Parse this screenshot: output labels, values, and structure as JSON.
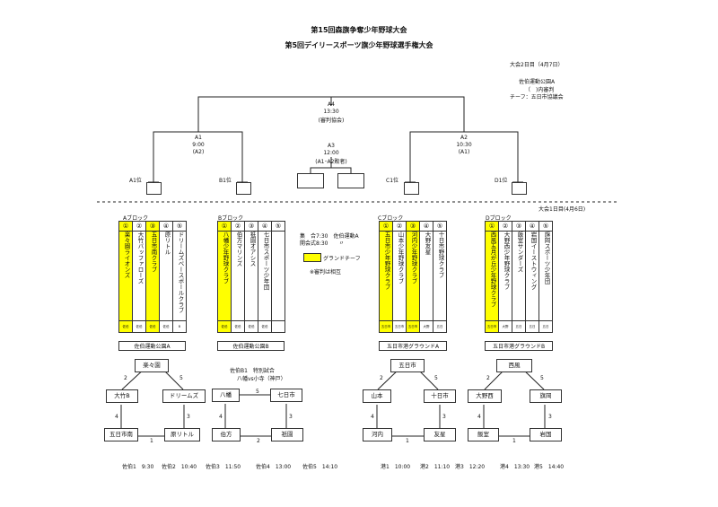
{
  "header": {
    "title1": "第15回森旗争奪少年野球大会",
    "title2": "第5回デイリースポーツ旗少年野球選手権大会",
    "day_label": "大会2日目（4月7日）",
    "venue_note": "佐伯運動公園A",
    "judge_note": "（　)内審判",
    "chief_note": "チーフ：五日市協議会"
  },
  "bracket": {
    "a4": {
      "label": "A4",
      "time": "13:30",
      "judge": "(審判協会)"
    },
    "a1": {
      "label": "A1",
      "time": "9:00",
      "judge": "(A2)"
    },
    "a2": {
      "label": "A2",
      "time": "10:30",
      "judge": "(A1)"
    },
    "a3": {
      "label": "A3",
      "time": "12:00",
      "judge": "(A1･A2敗者)"
    },
    "slot_a": "A1位",
    "slot_b": "B1位",
    "slot_c": "C1位",
    "slot_d": "D1位"
  },
  "day1_label": "大会1日目(4月6日)",
  "info": {
    "assembly": "集　合7:30　佐伯運動A",
    "opening": "開会式8:30　　〃",
    "legend": "グランドチーフ",
    "note": "※審判は相互"
  },
  "blocks": [
    {
      "name": "Aブロック",
      "venue": "佐伯運動公園A",
      "teams": [
        {
          "n": "①",
          "name": "楽々園ライオンズ",
          "sub": "佐伯",
          "chief": true
        },
        {
          "n": "②",
          "name": "大竹バッファローズ",
          "sub": "佐伯",
          "chief": false
        },
        {
          "n": "③",
          "name": "五日市南クラブ",
          "sub": "佐伯",
          "chief": true
        },
        {
          "n": "④",
          "name": "原リトル",
          "sub": "佐伯",
          "chief": false
        },
        {
          "n": "⑤",
          "name": "ドリームズベースボールクラブ",
          "sub": "B",
          "chief": false
        }
      ]
    },
    {
      "name": "Bブロック",
      "venue": "佐伯運動公園B",
      "teams": [
        {
          "n": "①",
          "name": "八幡少年野球クラブ",
          "sub": "佐伯",
          "chief": true
        },
        {
          "n": "②",
          "name": "伯方マリンズ",
          "sub": "佐伯",
          "chief": false
        },
        {
          "n": "③",
          "name": "祇園オアシス",
          "sub": "佐伯",
          "chief": false
        },
        {
          "n": "④",
          "name": "七日市スポーツ少年団",
          "sub": "佐伯",
          "chief": false
        },
        {
          "n": "⑤",
          "name": "",
          "sub": "",
          "chief": false
        }
      ]
    },
    {
      "name": "Cブロック",
      "venue": "五日市港グラウンドA",
      "teams": [
        {
          "n": "①",
          "name": "五日市少年野球クラブ",
          "sub": "五日市",
          "chief": true
        },
        {
          "n": "②",
          "name": "山本少年野球クラブ",
          "sub": "五日市",
          "chief": false
        },
        {
          "n": "③",
          "name": "河内少年野球クラブ",
          "sub": "五日市",
          "chief": true
        },
        {
          "n": "④",
          "name": "大野友星",
          "sub": "大野",
          "chief": false
        },
        {
          "n": "⑤",
          "name": "十日市野球クラブ",
          "sub": "五日",
          "chief": false
        }
      ]
    },
    {
      "name": "Dブロック",
      "venue": "五日市港グラウンドB",
      "teams": [
        {
          "n": "①",
          "name": "西風五月が丘少年野球クラブ",
          "sub": "五日市",
          "chief": true
        },
        {
          "n": "②",
          "name": "大野西少年野球クラブ",
          "sub": "大野",
          "chief": false
        },
        {
          "n": "③",
          "name": "飯室サンダーズ",
          "sub": "五日",
          "chief": false
        },
        {
          "n": "④",
          "name": "岩国イーストウィング",
          "sub": "五日",
          "chief": false
        },
        {
          "n": "⑤",
          "name": "旗岡スポーツ少年団",
          "sub": "五日",
          "chief": false
        }
      ]
    }
  ],
  "match_a": {
    "top": "楽々園",
    "left": "大竹B",
    "right": "ドリームズ",
    "bl": "五日市南",
    "br": "原リトル",
    "n2": "2",
    "n5": "5",
    "n4": "4",
    "n3": "3",
    "n1": "1"
  },
  "match_b": {
    "title": "佐伯B1　特別試合",
    "subtitle": "八幡vs小寺（神戸）",
    "tl": "八幡",
    "tr": "七日市",
    "bl": "伯方",
    "br": "祇園",
    "n5": "5",
    "n4": "4",
    "n3": "3",
    "n2": "2"
  },
  "match_c": {
    "top": "五日市",
    "left": "山本",
    "right": "十日市",
    "bl": "河内",
    "br": "友星",
    "n2": "2",
    "n5": "5",
    "n4": "4",
    "n3": "3",
    "n1": "1"
  },
  "match_d": {
    "top": "西風",
    "left": "大野西",
    "right": "旗岡",
    "bl": "飯室",
    "br": "岩国",
    "n2": "2",
    "n5": "5",
    "n4": "4",
    "n3": "3",
    "n1": "1"
  },
  "schedule": [
    "佐伯1　9:30",
    "佐伯2　10:40",
    "佐伯3　11:50",
    "佐伯4　13:00",
    "佐伯5　14:10",
    "港1　10:00",
    "港2　11:10",
    "港3　12:20",
    "港4　13:30",
    "港5　14:40"
  ],
  "colors": {
    "chief": "#ffff00",
    "orange": "#fde9c4"
  }
}
